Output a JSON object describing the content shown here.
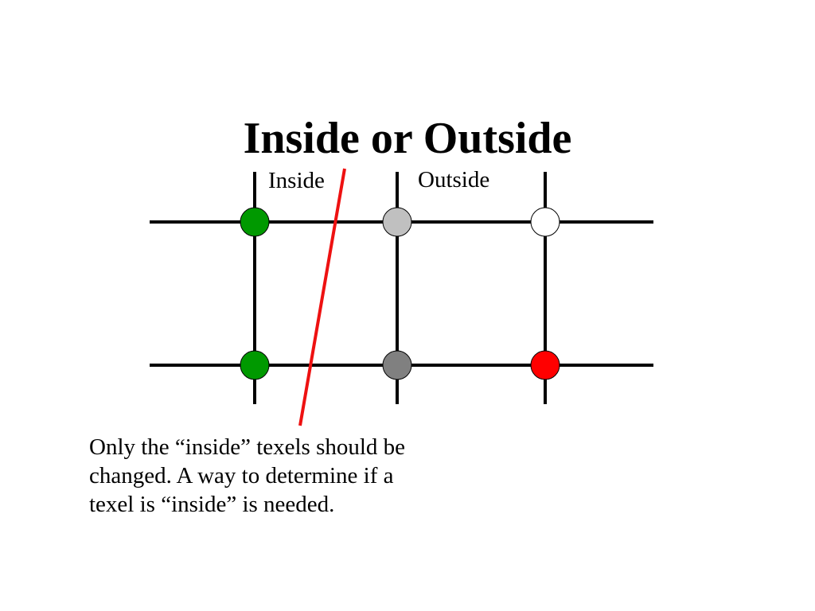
{
  "slide": {
    "title": "Inside or Outside"
  },
  "diagram": {
    "labels": {
      "inside": "Inside",
      "outside": "Outside"
    },
    "grid_color": "#000000",
    "edge_color": "#ee1111",
    "texels": [
      {
        "id": "top-left",
        "fill": "#009900",
        "meaning": "inside"
      },
      {
        "id": "top-middle",
        "fill": "#c0c0c0",
        "meaning": "outside"
      },
      {
        "id": "top-right",
        "fill": "#ffffff",
        "meaning": "outside"
      },
      {
        "id": "bottom-left",
        "fill": "#009900",
        "meaning": "inside"
      },
      {
        "id": "bottom-middle",
        "fill": "#808080",
        "meaning": "outside"
      },
      {
        "id": "bottom-right",
        "fill": "#ff0000",
        "meaning": "outside"
      }
    ]
  },
  "caption": {
    "lines": [
      "Only the “inside” texels should be",
      "changed.  A way to determine if a",
      "texel is “inside” is needed."
    ]
  }
}
